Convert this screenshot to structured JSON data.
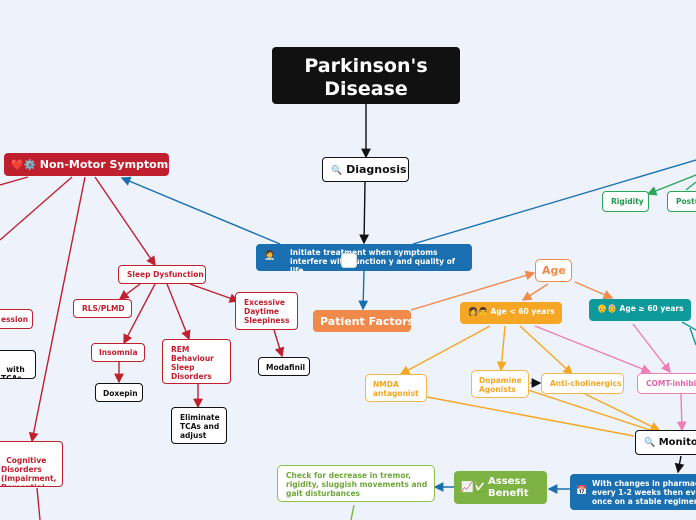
{
  "root": {
    "title": "Parkinson's Disease"
  },
  "diagnosis": {
    "label": "Diagnosis",
    "icon": "🔍"
  },
  "non_motor": {
    "label": "Non-Motor Symptoms",
    "icon": "❤️⚙️"
  },
  "initiate": {
    "label": "Initiate treatment when symptoms interfere with function     y and quality of life",
    "icon": "🧑‍⚕️"
  },
  "patient_factors": {
    "label": "Patient Factors"
  },
  "sleep": {
    "label": "Sleep Dysfunction"
  },
  "rls": {
    "label": "RLS/PLMD"
  },
  "eds": {
    "label": "Excessive Daytime Sleepiness"
  },
  "modafinil": {
    "label": "Modafinil"
  },
  "insomnia": {
    "label": "Insomnia"
  },
  "doxepin": {
    "label": "Doxepin"
  },
  "rem": {
    "label": "REM Behaviour Sleep Disorders"
  },
  "eliminate": {
    "label": "Eliminate TCAs and adjust"
  },
  "depression": {
    "label": "ession"
  },
  "with_tcas": {
    "label": "with\nTCAs"
  },
  "cognitive": {
    "label": "Cognitive\nDisorders\n(Impairment,\nDementia)"
  },
  "age": {
    "label": "Age"
  },
  "age_lt60": {
    "label": "Age < 60 years",
    "icon": "👩👨"
  },
  "age_gte60": {
    "label": "Age ≥ 60 years",
    "icon": "👴👵"
  },
  "nmda": {
    "label": "NMDA antagonist"
  },
  "dopamine": {
    "label": "Dopamine Agonists"
  },
  "anticholinergics": {
    "label": "Anti-cholinergics"
  },
  "comt": {
    "label": "COMT-inhibit"
  },
  "monitor": {
    "label": "Monito",
    "icon": "🔍"
  },
  "rigidity": {
    "label": "Rigidity"
  },
  "postu": {
    "label": "Postu"
  },
  "assess": {
    "label": "Assess Benefit",
    "icon": "📈✅"
  },
  "check": {
    "label": "Check for decrease in tremor, rigidity, sluggish movements and gait disturbances"
  },
  "changes": {
    "label": "With changes in pharmaco every 1-2 weeks then ever once on a stable regimen",
    "icon": "📅"
  },
  "colors": {
    "root": "#111111",
    "red": "#c0202e",
    "blue": "#1a6fb0",
    "orange": "#f08a4b",
    "amber": "#f5a623",
    "teal": "#0e9a9a",
    "pink": "#ec7fb6",
    "green": "#2aa55a",
    "lime": "#7cb342"
  }
}
